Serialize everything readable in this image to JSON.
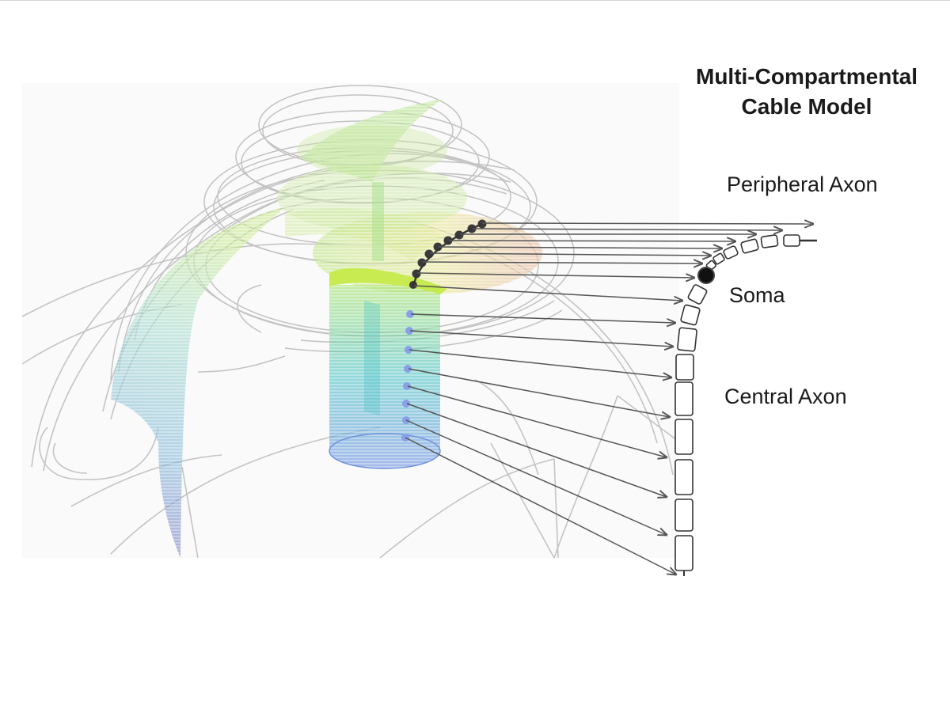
{
  "diagram": {
    "title_line1": "Multi-Compartmental",
    "title_line2": "Cable Model",
    "labels": {
      "peripheral_axon": "Peripheral Axon",
      "soma": "Soma",
      "central_axon": "Central Axon"
    },
    "colors": {
      "wireframe": "#c4c4c4",
      "node_peripheral": "#3a3a3a",
      "node_central": "#8aa0e6",
      "soma": "#111111",
      "arrow": "#555555",
      "compartment_stroke": "#333333"
    }
  }
}
